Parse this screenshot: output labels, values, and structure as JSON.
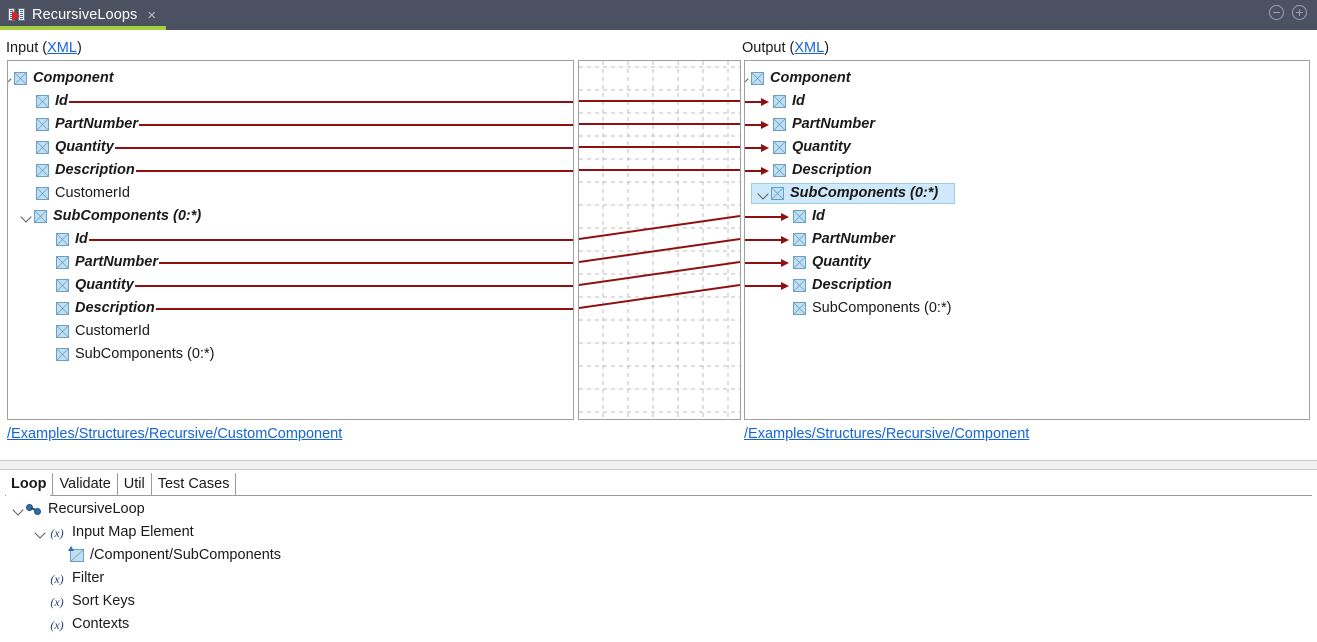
{
  "titlebar": {
    "tab_label": "RecursiveLoops",
    "close_label": "×",
    "icon": "mapping-transform-icon",
    "accent_color": "#a4cf3f",
    "background_color": "#4b5161",
    "collapse_button": "collapse-all-icon",
    "expand_button": "expand-all-icon"
  },
  "mapper": {
    "input_header": {
      "text": "Input (",
      "link": "XML",
      "suffix": ")"
    },
    "output_header": {
      "text": "Output (",
      "link": "XML",
      "suffix": ")"
    },
    "input_path": "/Examples/Structures/Recursive/CustomComponent",
    "output_path": "/Examples/Structures/Recursive/Component",
    "link_color": "#1565d8",
    "connector_color": "#8f1010",
    "selection_color": "#cfe8fa",
    "input_tree": [
      {
        "label": "Component",
        "indent": 0,
        "expanded": true,
        "mapped": true,
        "linked": false
      },
      {
        "label": "Id",
        "indent": 1,
        "expanded": false,
        "mapped": true,
        "linked": true
      },
      {
        "label": "PartNumber",
        "indent": 1,
        "expanded": false,
        "mapped": true,
        "linked": true
      },
      {
        "label": "Quantity",
        "indent": 1,
        "expanded": false,
        "mapped": true,
        "linked": true
      },
      {
        "label": "Description",
        "indent": 1,
        "expanded": false,
        "mapped": true,
        "linked": true
      },
      {
        "label": "CustomerId",
        "indent": 1,
        "expanded": false,
        "mapped": false,
        "linked": false
      },
      {
        "label": "SubComponents (0:*)",
        "indent": 1,
        "expanded": true,
        "mapped": true,
        "linked": false
      },
      {
        "label": "Id",
        "indent": 2,
        "expanded": false,
        "mapped": true,
        "linked": true
      },
      {
        "label": "PartNumber",
        "indent": 2,
        "expanded": false,
        "mapped": true,
        "linked": true
      },
      {
        "label": "Quantity",
        "indent": 2,
        "expanded": false,
        "mapped": true,
        "linked": true
      },
      {
        "label": "Description",
        "indent": 2,
        "expanded": false,
        "mapped": true,
        "linked": true
      },
      {
        "label": "CustomerId",
        "indent": 2,
        "expanded": false,
        "mapped": false,
        "linked": false
      },
      {
        "label": "SubComponents (0:*)",
        "indent": 2,
        "expanded": false,
        "mapped": false,
        "linked": false
      }
    ],
    "output_tree": [
      {
        "label": "Component",
        "indent": 0,
        "expanded": true,
        "mapped": true,
        "linked": false,
        "selected": false
      },
      {
        "label": "Id",
        "indent": 1,
        "expanded": false,
        "mapped": true,
        "linked": true,
        "selected": false
      },
      {
        "label": "PartNumber",
        "indent": 1,
        "expanded": false,
        "mapped": true,
        "linked": true,
        "selected": false
      },
      {
        "label": "Quantity",
        "indent": 1,
        "expanded": false,
        "mapped": true,
        "linked": true,
        "selected": false
      },
      {
        "label": "Description",
        "indent": 1,
        "expanded": false,
        "mapped": true,
        "linked": true,
        "selected": false
      },
      {
        "label": "SubComponents (0:*)",
        "indent": 1,
        "expanded": true,
        "mapped": true,
        "linked": false,
        "selected": true
      },
      {
        "label": "Id",
        "indent": 2,
        "expanded": false,
        "mapped": true,
        "linked": true,
        "selected": false
      },
      {
        "label": "PartNumber",
        "indent": 2,
        "expanded": false,
        "mapped": true,
        "linked": true,
        "selected": false
      },
      {
        "label": "Quantity",
        "indent": 2,
        "expanded": false,
        "mapped": true,
        "linked": true,
        "selected": false
      },
      {
        "label": "Description",
        "indent": 2,
        "expanded": false,
        "mapped": true,
        "linked": true,
        "selected": false
      },
      {
        "label": "SubComponents (0:*)",
        "indent": 2,
        "expanded": false,
        "mapped": false,
        "linked": false,
        "selected": false
      }
    ]
  },
  "bottom": {
    "tabs": [
      {
        "label": "Loop",
        "active": true
      },
      {
        "label": "Validate",
        "active": false
      },
      {
        "label": "Util",
        "active": false
      },
      {
        "label": "Test Cases",
        "active": false
      }
    ],
    "tree": [
      {
        "label": "RecursiveLoop",
        "indent": 0,
        "icon": "loop-gears-icon",
        "expanded": true
      },
      {
        "label": "Input Map Element",
        "indent": 1,
        "icon": "function-fx-icon",
        "expanded": true
      },
      {
        "label": "/Component/SubComponents",
        "indent": 2,
        "icon": "xml-element-icon",
        "expanded": false
      },
      {
        "label": "Filter",
        "indent": 1,
        "icon": "function-fx-icon",
        "expanded": false
      },
      {
        "label": "Sort Keys",
        "indent": 1,
        "icon": "function-fx-icon",
        "expanded": false
      },
      {
        "label": "Contexts",
        "indent": 1,
        "icon": "function-fx-icon",
        "expanded": false
      }
    ],
    "fx_glyph": "(x)"
  }
}
